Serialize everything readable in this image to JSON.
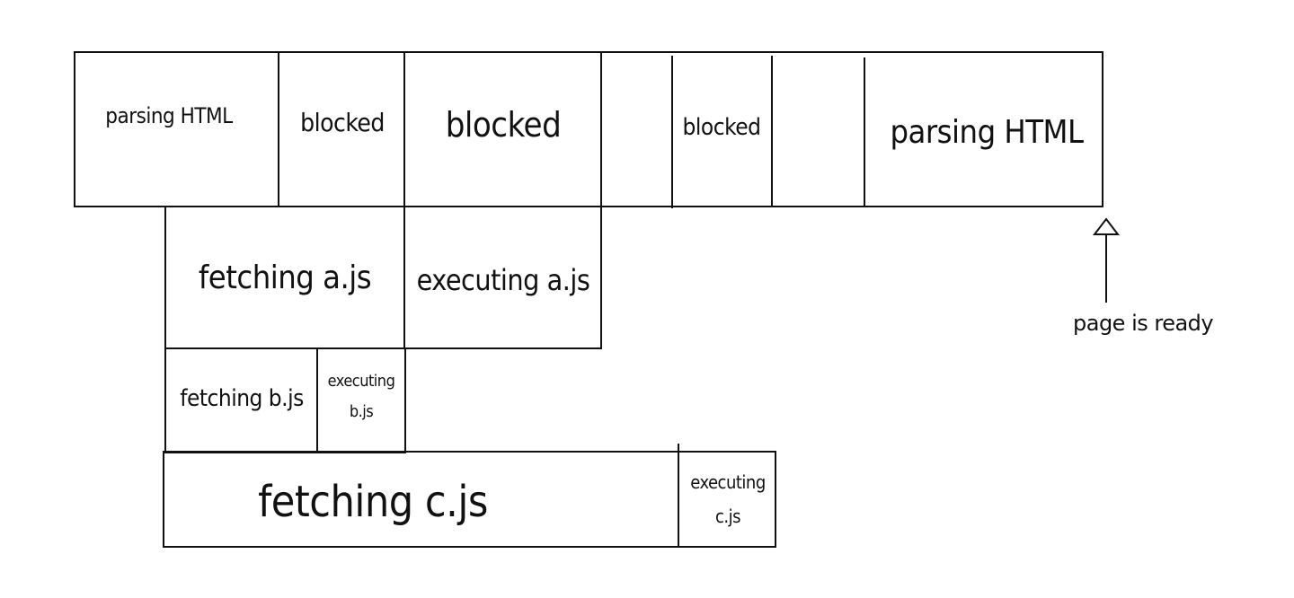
{
  "diagram": {
    "main_thread": {
      "parsing_html_1": "parsing HTML",
      "blocked_1": "blocked",
      "blocked_2": "blocked",
      "blocked_3": "blocked",
      "parsing_html_2": "parsing HTML"
    },
    "script_a": {
      "fetching": "fetching a.js",
      "executing": "executing a.js"
    },
    "script_b": {
      "fetching": "fetching b.js",
      "executing": "executing\nb.js"
    },
    "script_c": {
      "fetching": "fetching c.js",
      "executing": "executing\nc.js"
    },
    "marker": {
      "label": "page is ready"
    }
  }
}
